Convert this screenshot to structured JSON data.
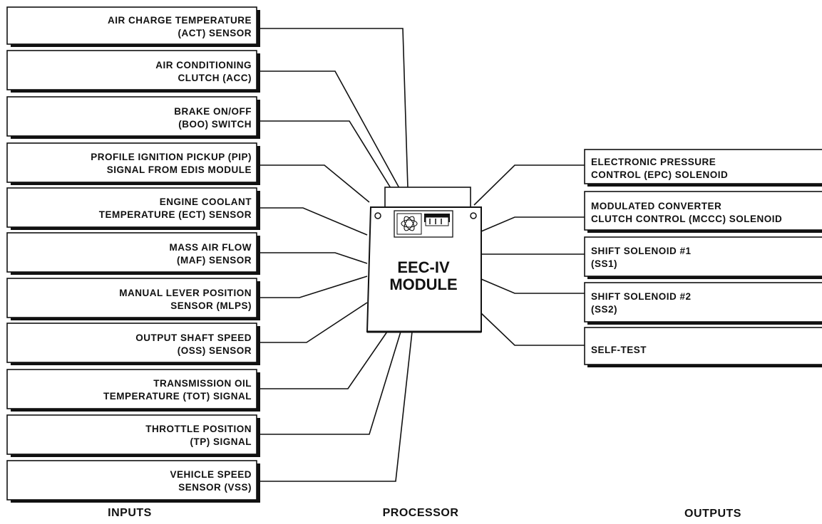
{
  "inputs": [
    {
      "line1": "AIR CHARGE TEMPERATURE",
      "line2": "(ACT) SENSOR"
    },
    {
      "line1": "AIR CONDITIONING",
      "line2": "CLUTCH (ACC)"
    },
    {
      "line1": "BRAKE ON/OFF",
      "line2": "(BOO) SWITCH"
    },
    {
      "line1": "PROFILE IGNITION PICKUP (PIP)",
      "line2": "SIGNAL FROM EDIS MODULE"
    },
    {
      "line1": "ENGINE COOLANT",
      "line2": "TEMPERATURE (ECT) SENSOR"
    },
    {
      "line1": "MASS AIR FLOW",
      "line2": "(MAF) SENSOR"
    },
    {
      "line1": "MANUAL LEVER POSITION",
      "line2": "SENSOR (MLPS)"
    },
    {
      "line1": "OUTPUT SHAFT SPEED",
      "line2": "(OSS) SENSOR"
    },
    {
      "line1": "TRANSMISSION OIL",
      "line2": "TEMPERATURE (TOT) SIGNAL"
    },
    {
      "line1": "THROTTLE POSITION",
      "line2": "(TP) SIGNAL"
    },
    {
      "line1": "VEHICLE SPEED",
      "line2": "SENSOR (VSS)"
    }
  ],
  "outputs": [
    {
      "line1": "ELECTRONIC PRESSURE",
      "line2": "CONTROL (EPC) SOLENOID"
    },
    {
      "line1": "MODULATED CONVERTER",
      "line2": "CLUTCH CONTROL (MCCC) SOLENOID"
    },
    {
      "line1": "SHIFT SOLENOID #1",
      "line2": "(SS1)"
    },
    {
      "line1": "SHIFT SOLENOID #2",
      "line2": "(SS2)"
    },
    {
      "line1": "SELF-TEST",
      "line2": ""
    }
  ],
  "module": {
    "line1": "EEC-IV",
    "line2": "MODULE"
  },
  "footer": {
    "inputs": "INPUTS",
    "processor": "PROCESSOR",
    "outputs": "OUTPUTS"
  }
}
